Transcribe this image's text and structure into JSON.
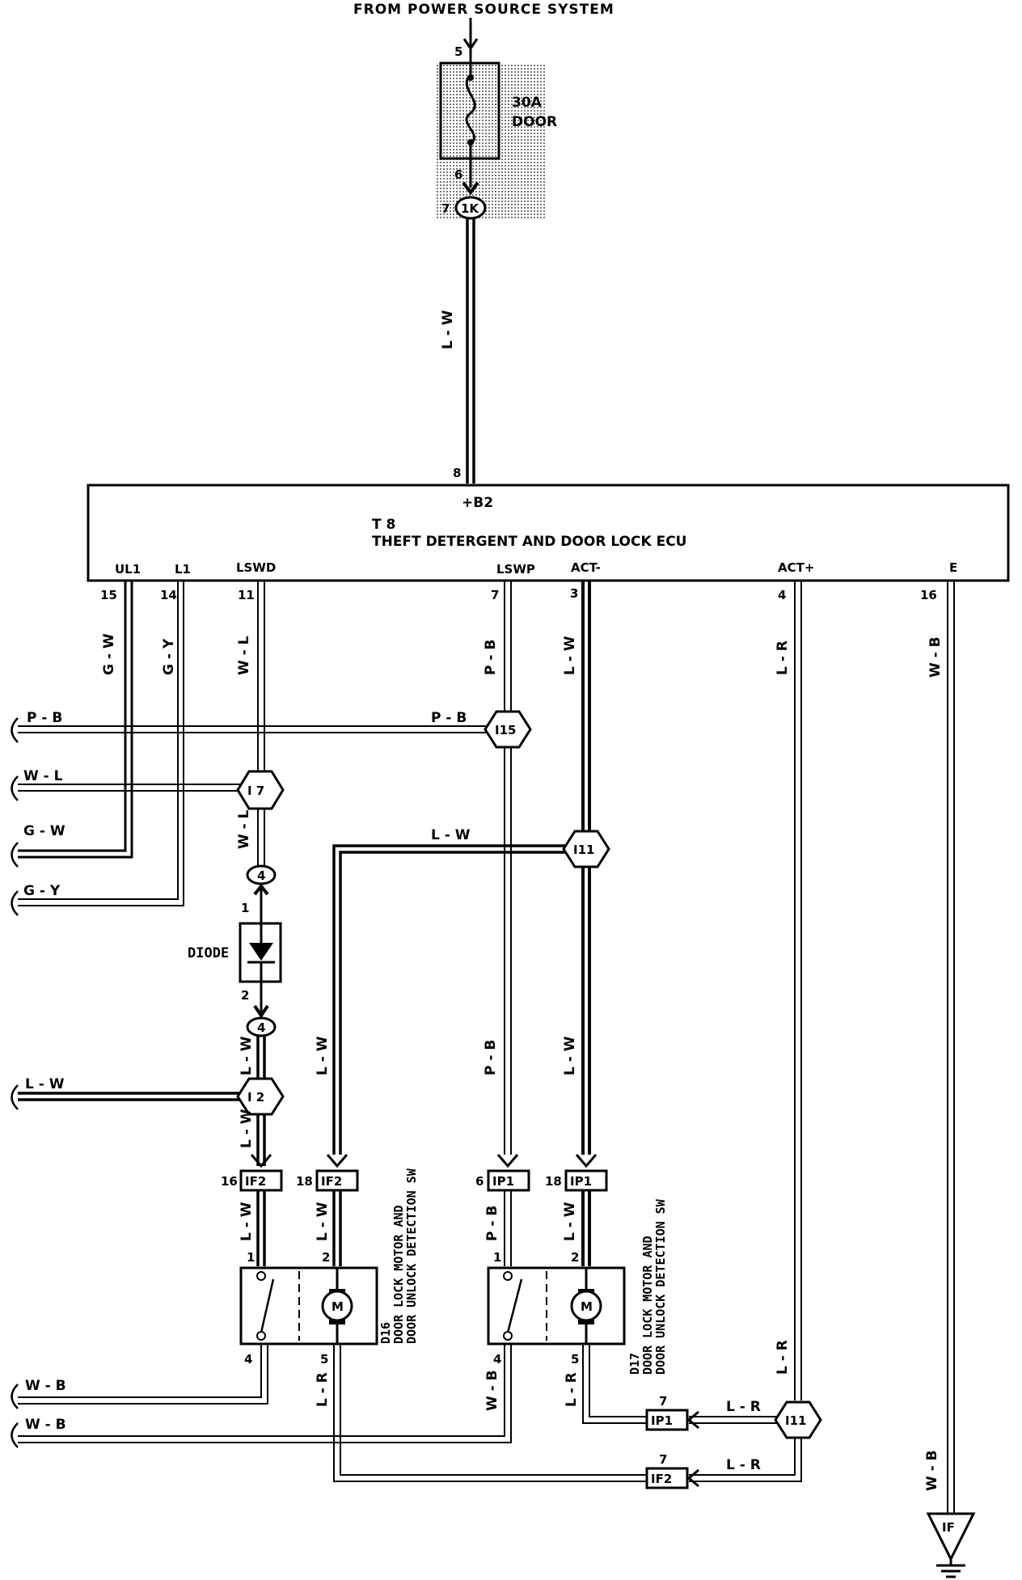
{
  "header": {
    "title": "FROM POWER SOURCE SYSTEM"
  },
  "fuse": {
    "rating": "30A",
    "name": "DOOR",
    "pin_in": "5",
    "pin_out": "6"
  },
  "junction": {
    "label": "1K",
    "pin": "7"
  },
  "ecu": {
    "id": "T 8",
    "name": "THEFT DETERGENT AND DOOR LOCK ECU",
    "power_terminal": "+B2",
    "power_pin": "8",
    "terminals": [
      {
        "label": "UL1",
        "pin": "15",
        "wire": "G - W"
      },
      {
        "label": "L1",
        "pin": "14",
        "wire": "G - Y"
      },
      {
        "label": "LSWD",
        "pin": "11",
        "wire": "W - L"
      },
      {
        "label": "LSWP",
        "pin": "7",
        "wire": "P - B"
      },
      {
        "label": "ACT-",
        "pin": "3",
        "wire": "L - W"
      },
      {
        "label": "ACT+",
        "pin": "4",
        "wire": "L - R"
      },
      {
        "label": "E",
        "pin": "16",
        "wire": "W - B"
      }
    ]
  },
  "wires": {
    "power": "L - W",
    "pb": "P - B",
    "wl": "W - L",
    "gw": "G - W",
    "gy": "G - Y",
    "lw": "L - W",
    "lr": "L - R",
    "wb": "W - B"
  },
  "connectors": {
    "i15": "I15",
    "i7": "I 7",
    "i11": "I11",
    "i2": "I 2",
    "i11b": "I11",
    "c4": "4",
    "if2": "IF2",
    "ip1": "IP1",
    "ground": "IF"
  },
  "diode": {
    "label": "DIODE",
    "pin1": "1",
    "pin2": "2"
  },
  "components": {
    "d16": {
      "id": "D16",
      "name1": "DOOR LOCK MOTOR AND",
      "name2": "DOOR UNLOCK DETECTION SW"
    },
    "d17": {
      "id": "D17",
      "name1": "DOOR LOCK MOTOR AND",
      "name2": "DOOR UNLOCK DETECTION SW"
    },
    "motor": "M"
  },
  "pins": {
    "if2_16": "16",
    "if2_18": "18",
    "ip1_6": "6",
    "ip1_18": "18",
    "p1": "1",
    "p2": "2",
    "p4": "4",
    "p5": "5",
    "p7": "7"
  }
}
